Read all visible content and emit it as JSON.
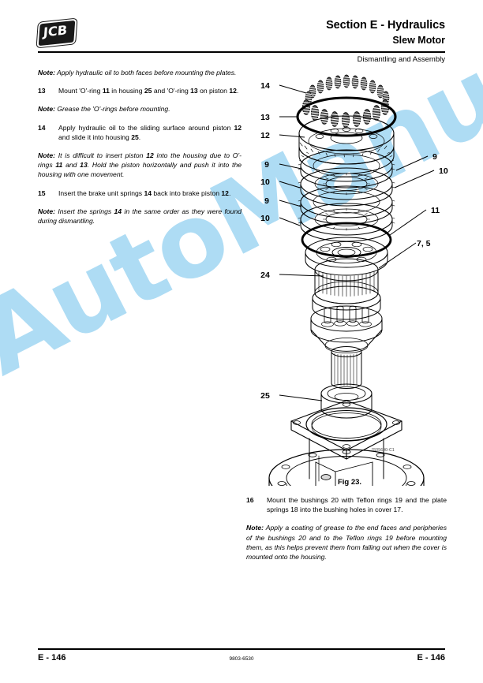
{
  "header": {
    "logo_text": "JCB",
    "section_title": "Section E - Hydraulics",
    "section_subtitle": "Slew Motor",
    "caption": "Dismantling and Assembly"
  },
  "left_column": {
    "blocks": [
      {
        "kind": "note",
        "label": "Note:",
        "text": "Apply hydraulic oil to both faces before mounting the plates."
      },
      {
        "kind": "step",
        "number": "13",
        "text_parts": [
          {
            "t": "Mount 'O'-ring ",
            "b": false
          },
          {
            "t": "11",
            "b": true
          },
          {
            "t": " in housing ",
            "b": false
          },
          {
            "t": "25",
            "b": true
          },
          {
            "t": " and 'O'-ring ",
            "b": false
          },
          {
            "t": "13",
            "b": true
          },
          {
            "t": " on piston ",
            "b": false
          },
          {
            "t": "12",
            "b": true
          },
          {
            "t": ".",
            "b": false
          }
        ]
      },
      {
        "kind": "note",
        "label": "Note:",
        "text": "Grease the 'O'-rings before mounting."
      },
      {
        "kind": "step",
        "number": "14",
        "text_parts": [
          {
            "t": "Apply hydraulic oil to the sliding surface around piston ",
            "b": false
          },
          {
            "t": "12",
            "b": true
          },
          {
            "t": " and slide it into housing ",
            "b": false
          },
          {
            "t": "25",
            "b": true
          },
          {
            "t": ".",
            "b": false
          }
        ]
      },
      {
        "kind": "note",
        "label": "Note:",
        "text_parts": [
          {
            "t": "It is difficult to insert piston ",
            "b": false
          },
          {
            "t": "12",
            "b": true
          },
          {
            "t": " into the housing due to O'-rings ",
            "b": false
          },
          {
            "t": "11",
            "b": true
          },
          {
            "t": " and ",
            "b": false
          },
          {
            "t": "13",
            "b": true
          },
          {
            "t": ".  Hold the piston horizontally and push it into the housing with one movement.",
            "b": false
          }
        ]
      },
      {
        "kind": "step",
        "number": "15",
        "text_parts": [
          {
            "t": "Insert the brake unit springs ",
            "b": false
          },
          {
            "t": "14",
            "b": true
          },
          {
            "t": " back into brake piston ",
            "b": false
          },
          {
            "t": "12",
            "b": true
          },
          {
            "t": ".",
            "b": false
          }
        ]
      },
      {
        "kind": "note",
        "label": "Note:",
        "text_parts": [
          {
            "t": "Insert the springs ",
            "b": false
          },
          {
            "t": "14",
            "b": true
          },
          {
            "t": " in the same order as they were found during dismantling.",
            "b": false
          }
        ]
      }
    ]
  },
  "right_column": {
    "blocks": [
      {
        "kind": "step",
        "number": "16",
        "text_parts": [
          {
            "t": "Mount the bushings 20 with Teflon rings 19 and the plate springs 18 into the bushing holes in cover 17.",
            "b": false
          }
        ]
      },
      {
        "kind": "note",
        "label": "Note:",
        "text": "Apply a coating of grease to the end faces and peripheries of the bushings 20 and to the Teflon rings 19 before mounting them, as this helps prevent them from falling out when the cover is mounted onto the housing."
      }
    ]
  },
  "figure": {
    "caption": "Fig 23.",
    "drawing_code": "JS05690-C1",
    "callouts_left": [
      "14",
      "13",
      "12",
      "9",
      "10",
      "9",
      "10",
      "24",
      "25"
    ],
    "callouts_right": [
      "9",
      "10",
      "11",
      "7, 5"
    ],
    "description": "Exploded isometric view of slew motor brake assembly: ring of coil springs, O-rings, brake piston, friction and separator plates, hub, bolt circle and housing."
  },
  "watermark": {
    "text": "AutoManual",
    "color": "#aedcf4"
  },
  "footer": {
    "left_page": "E - 146",
    "right_page": "E - 146",
    "document_number": "9803-6530"
  }
}
